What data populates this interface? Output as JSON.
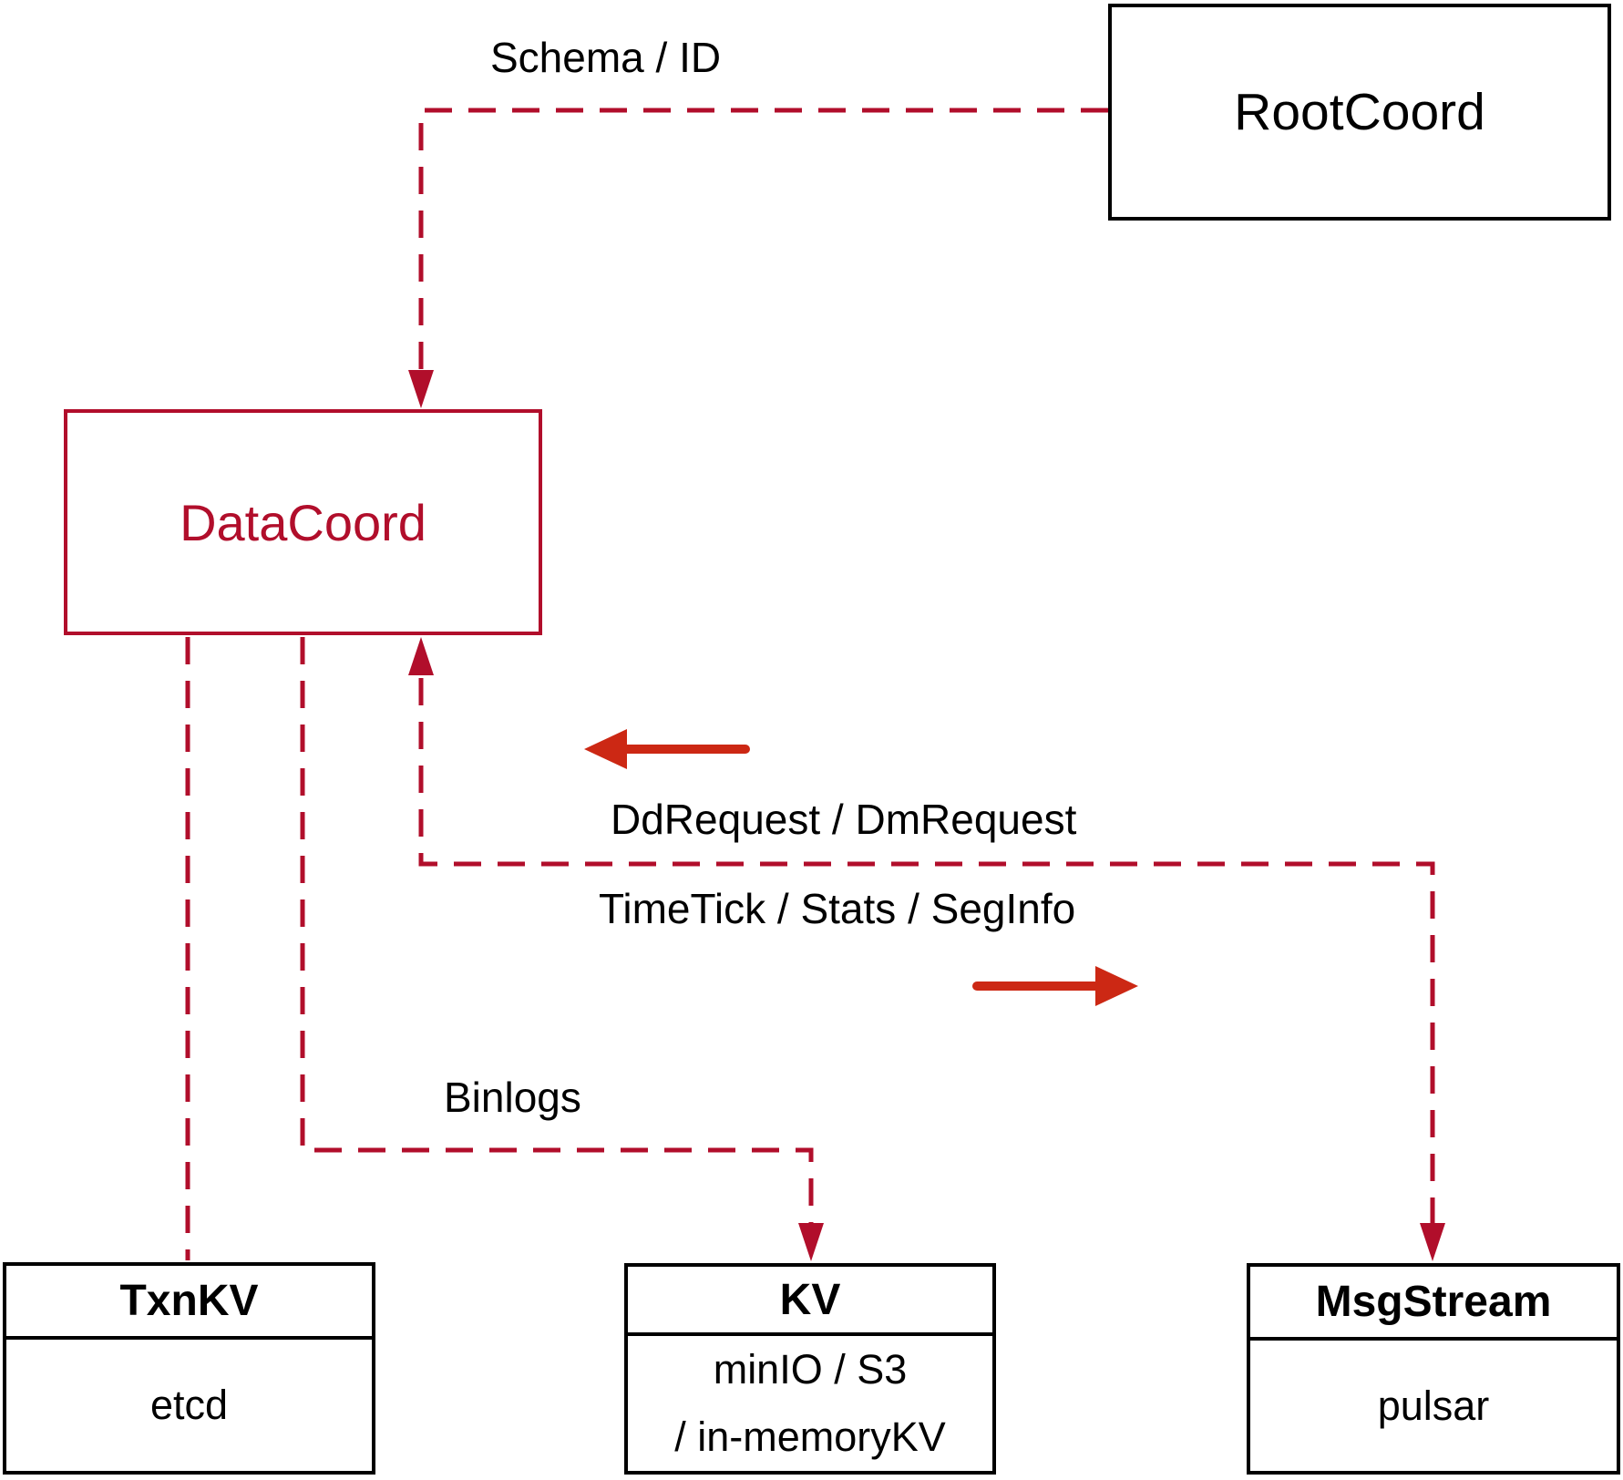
{
  "colors": {
    "crimson": "#b10e2b",
    "arrow_red": "#cc2814",
    "ink": "#000000"
  },
  "nodes": {
    "rootcoord": {
      "label": "RootCoord"
    },
    "datacoord": {
      "label": "DataCoord"
    },
    "txnkv": {
      "title": "TxnKV",
      "body": "etcd"
    },
    "kv": {
      "title": "KV",
      "body_line1": "minIO / S3",
      "body_line2": "/ in-memoryKV"
    },
    "msgstream": {
      "title": "MsgStream",
      "body": "pulsar"
    }
  },
  "edges": {
    "schema_id": {
      "label": "Schema / ID"
    },
    "dd_dm": {
      "label": "DdRequest / DmRequest"
    },
    "timetick": {
      "label": "TimeTick / Stats / SegInfo"
    },
    "binlogs": {
      "label": "Binlogs"
    }
  }
}
